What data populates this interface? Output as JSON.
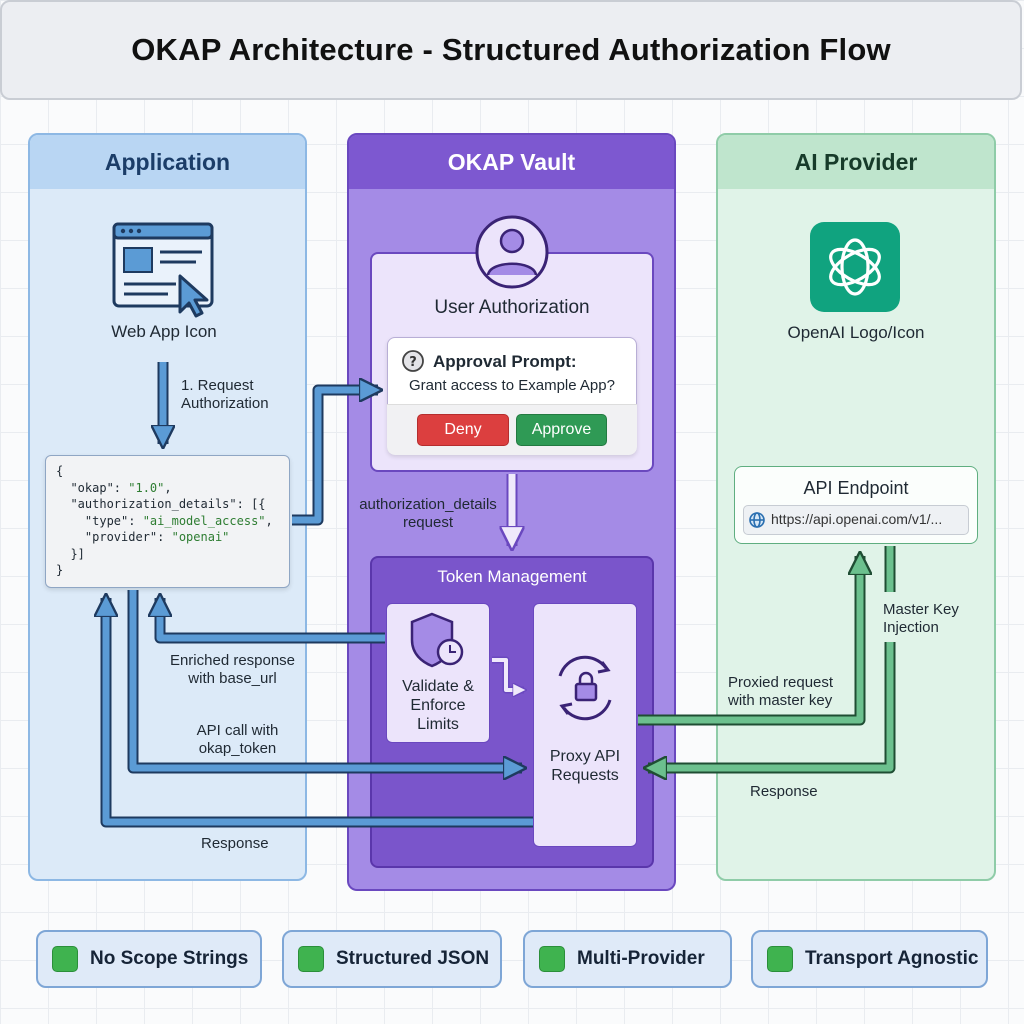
{
  "title": "OKAP Architecture - Structured Authorization Flow",
  "columns": {
    "application": "Application",
    "vault": "OKAP Vault",
    "ai_provider": "AI Provider"
  },
  "application": {
    "web_app_label": "Web App Icon",
    "request_label_1": "1. Request",
    "request_label_2": "Authorization",
    "code_lines": [
      "{",
      "  \"okap\": ",
      "\"1.0\"",
      ",",
      "  \"authorization_details\": [{",
      "    \"type\": ",
      "\"ai_model_access\"",
      ",",
      "    \"provider\": ",
      "\"openai\"",
      "  }]",
      "}"
    ]
  },
  "vault": {
    "user_auth_label": "User Authorization",
    "prompt_title": "Approval Prompt:",
    "prompt_text": "Grant access to Example App?",
    "deny_label": "Deny",
    "approve_label": "Approve",
    "auth_details_1": "authorization_details",
    "auth_details_2": "request",
    "token_mgmt_label": "Token Management",
    "validate_1": "Validate &",
    "validate_2": "Enforce",
    "validate_3": "Limits",
    "proxy_1": "Proxy API",
    "proxy_2": "Requests"
  },
  "ai": {
    "logo_label": "OpenAI Logo/Icon",
    "endpoint_title": "API Endpoint",
    "endpoint_url": "https://api.openai.com/v1/..."
  },
  "flows": {
    "enriched_1": "Enriched response",
    "enriched_2": "with base_url",
    "api_call_1": "API call with",
    "api_call_2": "okap_token",
    "response_left": "Response",
    "proxied_1": "Proxied request",
    "proxied_2": "with master key",
    "response_right": "Response",
    "master_key_1": "Master Key",
    "master_key_2": "Injection"
  },
  "features": [
    "No Scope Strings",
    "Structured JSON",
    "Multi-Provider",
    "Transport Agnostic"
  ],
  "colors": {
    "app_blue": "#5b9bd5",
    "vault_purple": "#7d58d0",
    "ai_green": "#5fae80",
    "deny_red": "#dc3f3f",
    "approve_green": "#2f9a55"
  }
}
